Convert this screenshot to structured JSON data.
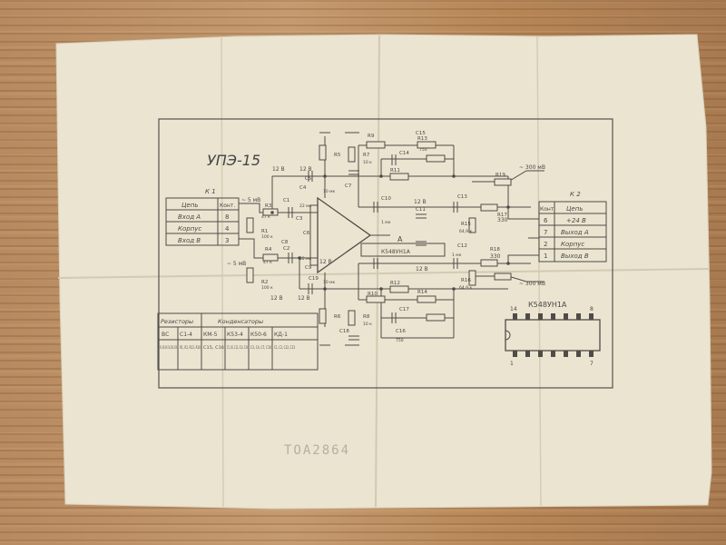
{
  "diagram": {
    "title": "УПЭ-15",
    "sheet_code": "TOA2864",
    "chip_label_main": "К548УН1А",
    "chip_label_pinout": "К548УН1А",
    "opamp_label": "A",
    "connector_left": {
      "name": "К 1",
      "header": [
        "Цепь",
        "Конт."
      ],
      "rows": [
        {
          "signal": "Вход A",
          "pin": "8"
        },
        {
          "signal": "Корпус",
          "pin": "4"
        },
        {
          "signal": "Вход B",
          "pin": "3"
        }
      ]
    },
    "connector_right": {
      "name": "К 2",
      "header": [
        "Конт.",
        "Цепь"
      ],
      "rows": [
        {
          "pin": "6",
          "signal": "+24 В"
        },
        {
          "pin": "7",
          "signal": "Выход A"
        },
        {
          "pin": "2",
          "signal": "Корпус"
        },
        {
          "pin": "1",
          "signal": "Выход B"
        }
      ]
    },
    "pinout_numbers": [
      "14",
      "8",
      "1",
      "7"
    ],
    "legend": {
      "headers": [
        "Резисторы",
        "Конденсаторы"
      ],
      "types": [
        "ВС",
        "С1-4",
        "КМ-5",
        "К53-4",
        "К50-6",
        "КД-1"
      ],
      "values": [
        "R3, R6, R8, R14, R16, R18",
        "R1, R2, R11, R10",
        "С15, С16",
        "С5, С6, С11, С14, С19",
        "С3, С4, С7, С10",
        "С1, С2, С12, С13"
      ]
    },
    "component_labels": {
      "R1": "R1",
      "R2": "R2",
      "R3": "R3",
      "R4": "R4",
      "R5": "R5",
      "R6": "R6",
      "R7": "R7",
      "R8": "R8",
      "R9": "R9",
      "R10": "R10",
      "R11": "R11",
      "R12": "R12",
      "R13": "R13",
      "R14": "R14",
      "R15": "R15",
      "R16": "R16",
      "R17": "R17",
      "R18": "R18",
      "R19": "R19",
      "C1": "С1",
      "C2": "С2",
      "C3": "С3",
      "C4": "С4",
      "C5": "С5",
      "C6": "С6",
      "C7": "С7",
      "C8": "С8",
      "C9": "С9",
      "C10": "С10",
      "C11": "С11",
      "C12": "С12",
      "C13": "С13",
      "C14": "С14",
      "C15": "С15",
      "C16": "С16",
      "C17": "С17",
      "C18": "С18",
      "C19": "С19"
    },
    "voltage_labels": [
      "12 В",
      "12 В",
      "12 В",
      "12 В",
      "12 В",
      "12 В",
      "12 В"
    ],
    "bus_labels": [
      "~ 5 мВ",
      "~ 5 мВ",
      "~ 300 мВ",
      "~ 300 мВ"
    ],
    "value_labels": [
      "47 к",
      "100 к",
      "47 к",
      "100 к",
      "330",
      "330",
      "10 к",
      "10 к",
      "64,9 к",
      "64,9 к",
      "10 мк",
      "10 мк",
      "22 мк",
      "22 мк",
      "750",
      "750",
      "1 мк",
      "1 мк"
    ],
    "colors": {
      "paper": "#ece5d2",
      "ink": "#4a4844",
      "wood": "#b98a5e"
    }
  }
}
